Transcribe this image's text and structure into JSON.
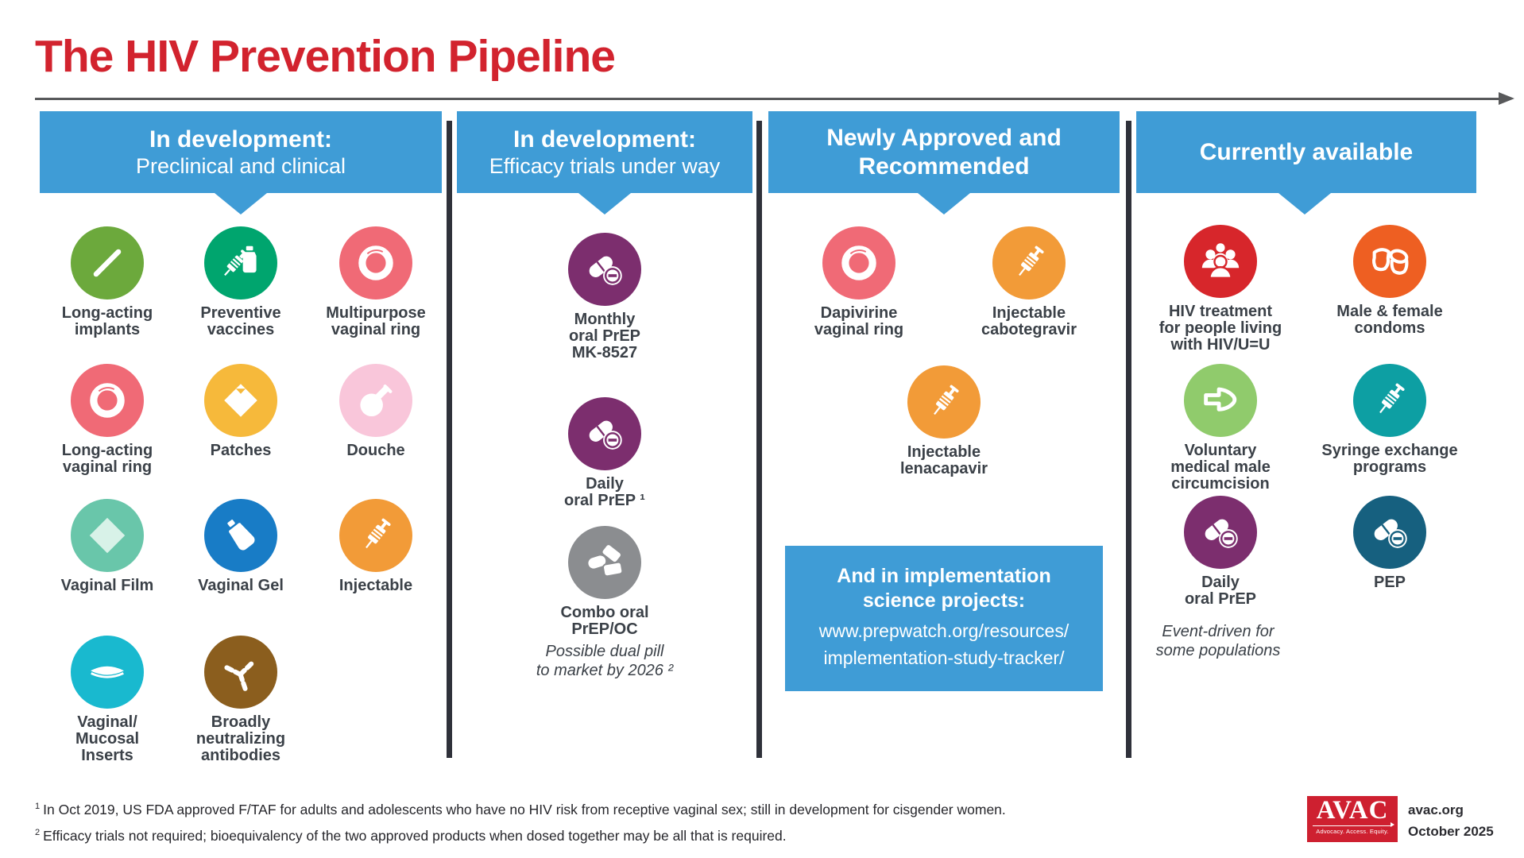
{
  "title": "The HIV Prevention Pipeline",
  "colors": {
    "title_red": "#D2232E",
    "header_blue": "#3F9CD6",
    "divider": "#2F313A",
    "label_text": "#3B4148",
    "timeline_gray": "#58595B",
    "logo_red": "#CE2030"
  },
  "columns": [
    {
      "header_line1": "In development:",
      "header_line2": "Preclinical and clinical",
      "items": [
        {
          "label": "Long-acting\nimplants",
          "icon": "implant",
          "color": "#6CA93C"
        },
        {
          "label": "Preventive\nvaccines",
          "icon": "vaccine",
          "color": "#00A56E"
        },
        {
          "label": "Multipurpose\nvaginal ring",
          "icon": "ring",
          "color": "#F06A76"
        },
        {
          "label": "Long-acting\nvaginal ring",
          "icon": "ring",
          "color": "#F06A76"
        },
        {
          "label": "Patches",
          "icon": "patch",
          "color": "#F6B93B"
        },
        {
          "label": "Douche",
          "icon": "douche",
          "color": "#F9C6DA"
        },
        {
          "label": "Vaginal Film",
          "icon": "film",
          "color": "#69C6AA"
        },
        {
          "label": "Vaginal Gel",
          "icon": "gel",
          "color": "#187CC6"
        },
        {
          "label": "Injectable",
          "icon": "syringe",
          "color": "#F29B38"
        },
        {
          "label": "Vaginal/\nMucosal\nInserts",
          "icon": "insert",
          "color": "#19B9CF"
        },
        {
          "label": "Broadly\nneutralizing\nantibodies",
          "icon": "antibody",
          "color": "#8B5E1E"
        }
      ]
    },
    {
      "header_line1": "In development:",
      "header_line2": "Efficacy trials under way",
      "items": [
        {
          "label": "Monthly\noral PrEP\nMK-8527",
          "icon": "pill",
          "color": "#7C2E6E"
        },
        {
          "label": "Daily\noral PrEP ¹",
          "icon": "pill",
          "color": "#7C2E6E"
        },
        {
          "label": "Combo oral\nPrEP/OC",
          "icon": "pills",
          "color": "#8B8D90"
        }
      ],
      "note": "Possible dual pill\nto market by 2026 ²"
    },
    {
      "header_line1": "Newly Approved and",
      "header_line2": "Recommended",
      "items": [
        {
          "label": "Dapivirine\nvaginal ring",
          "icon": "ring",
          "color": "#F06A76"
        },
        {
          "label": "Injectable\ncabotegravir",
          "icon": "syringe",
          "color": "#F29B38"
        },
        {
          "label": "Injectable\nlenacapavir",
          "icon": "syringe",
          "color": "#F29B38"
        }
      ],
      "callout": {
        "heading": "And in implementation\nscience projects:",
        "link1": "www.prepwatch.org/resources/",
        "link2": "implementation-study-tracker/"
      }
    },
    {
      "header_line1": "Currently available",
      "items": [
        {
          "label": "HIV treatment\nfor people living\nwith HIV/U=U",
          "icon": "people",
          "color": "#D7262B"
        },
        {
          "label": "Male & female\ncondoms",
          "icon": "condoms",
          "color": "#EE5F22"
        },
        {
          "label": "Voluntary\nmedical male\ncircumcision",
          "icon": "circumcision",
          "color": "#90CB6C"
        },
        {
          "label": "Syringe exchange\nprograms",
          "icon": "syringe",
          "color": "#0D9FA3"
        },
        {
          "label": "Daily\noral PrEP",
          "icon": "pill",
          "color": "#7C2E6E"
        },
        {
          "label": "PEP",
          "icon": "pill",
          "color": "#16607F"
        }
      ],
      "note": "Event-driven for\nsome populations"
    }
  ],
  "footnotes": [
    {
      "sup": "1",
      "text": "In Oct 2019, US FDA approved F/TAF for adults and adolescents who have no HIV risk from receptive vaginal sex; still in development for cisgender women."
    },
    {
      "sup": "2",
      "text": "Efficacy trials not required; bioequivalency of the two approved products when dosed together may be all that is required."
    }
  ],
  "logo": {
    "name": "AVAC",
    "tagline": "Advocacy. Access. Equity.",
    "site": "avac.org",
    "date": "October 2025"
  }
}
